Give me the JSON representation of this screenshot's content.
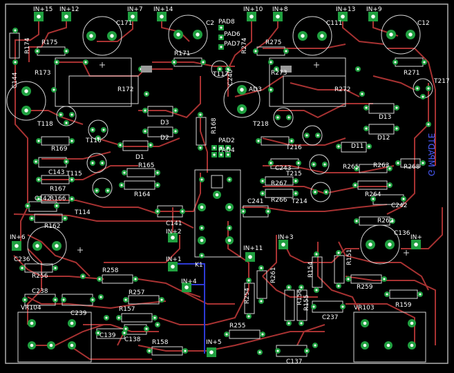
{
  "colors": {
    "background": "#000000",
    "trace_top": "#a83232",
    "trace_bottom": "#2d3ad6",
    "pad": "#20a040",
    "pad_hole": "#ffffff",
    "silk": "#d8d8d8",
    "outline": "#b0b0b0"
  },
  "mirrored_text": "G MPADTE",
  "pads": [
    {
      "label": "IN+15",
      "kind": "io"
    },
    {
      "label": "IN+12",
      "kind": "io"
    },
    {
      "label": "IN+7",
      "kind": "io"
    },
    {
      "label": "IN+14",
      "kind": "io"
    },
    {
      "label": "IN+10",
      "kind": "io"
    },
    {
      "label": "IN+8",
      "kind": "io"
    },
    {
      "label": "IN+13",
      "kind": "io"
    },
    {
      "label": "IN+9",
      "kind": "io"
    },
    {
      "label": "IN+6",
      "kind": "io"
    },
    {
      "label": "IN+2",
      "kind": "io"
    },
    {
      "label": "IN+1",
      "kind": "io"
    },
    {
      "label": "IN+4",
      "kind": "io"
    },
    {
      "label": "IN+5",
      "kind": "io"
    },
    {
      "label": "IN+11",
      "kind": "io"
    },
    {
      "label": "IN+3",
      "kind": "io"
    },
    {
      "label": "IN+",
      "kind": "io"
    }
  ],
  "components": {
    "capacitors": [
      "C171",
      "C2",
      "C111",
      "C12",
      "C141",
      "C236",
      "C238",
      "C239",
      "C139",
      "C138",
      "C137",
      "C237",
      "C241",
      "C242",
      "C243",
      "C143",
      "C142",
      "C136",
      "C144",
      "C240"
    ],
    "resistors": [
      "R174",
      "R175",
      "R173",
      "R171",
      "R172",
      "R275",
      "R274",
      "R273",
      "R271",
      "R272",
      "R168",
      "R169",
      "R165",
      "R167",
      "R166",
      "R164",
      "R162",
      "R265",
      "R263",
      "R268",
      "R267",
      "R266",
      "R264",
      "R262",
      "R256",
      "R258",
      "R257",
      "R157",
      "R158",
      "R255",
      "R254",
      "R261",
      "R154",
      "R155",
      "R156",
      "R151",
      "R259",
      "R159"
    ],
    "transistors": [
      "T117",
      "T217",
      "T118",
      "T218",
      "T116",
      "T115",
      "T114",
      "T216",
      "T215",
      "T214"
    ],
    "diodes": [
      "D1",
      "D2",
      "D3",
      "D12",
      "D13",
      "D11"
    ],
    "pads_small": [
      "PAD8",
      "PAD6",
      "PAD7",
      "PAD2",
      "PAD4",
      "AD3"
    ],
    "others": [
      "K1",
      "VR104",
      "VR103"
    ]
  }
}
